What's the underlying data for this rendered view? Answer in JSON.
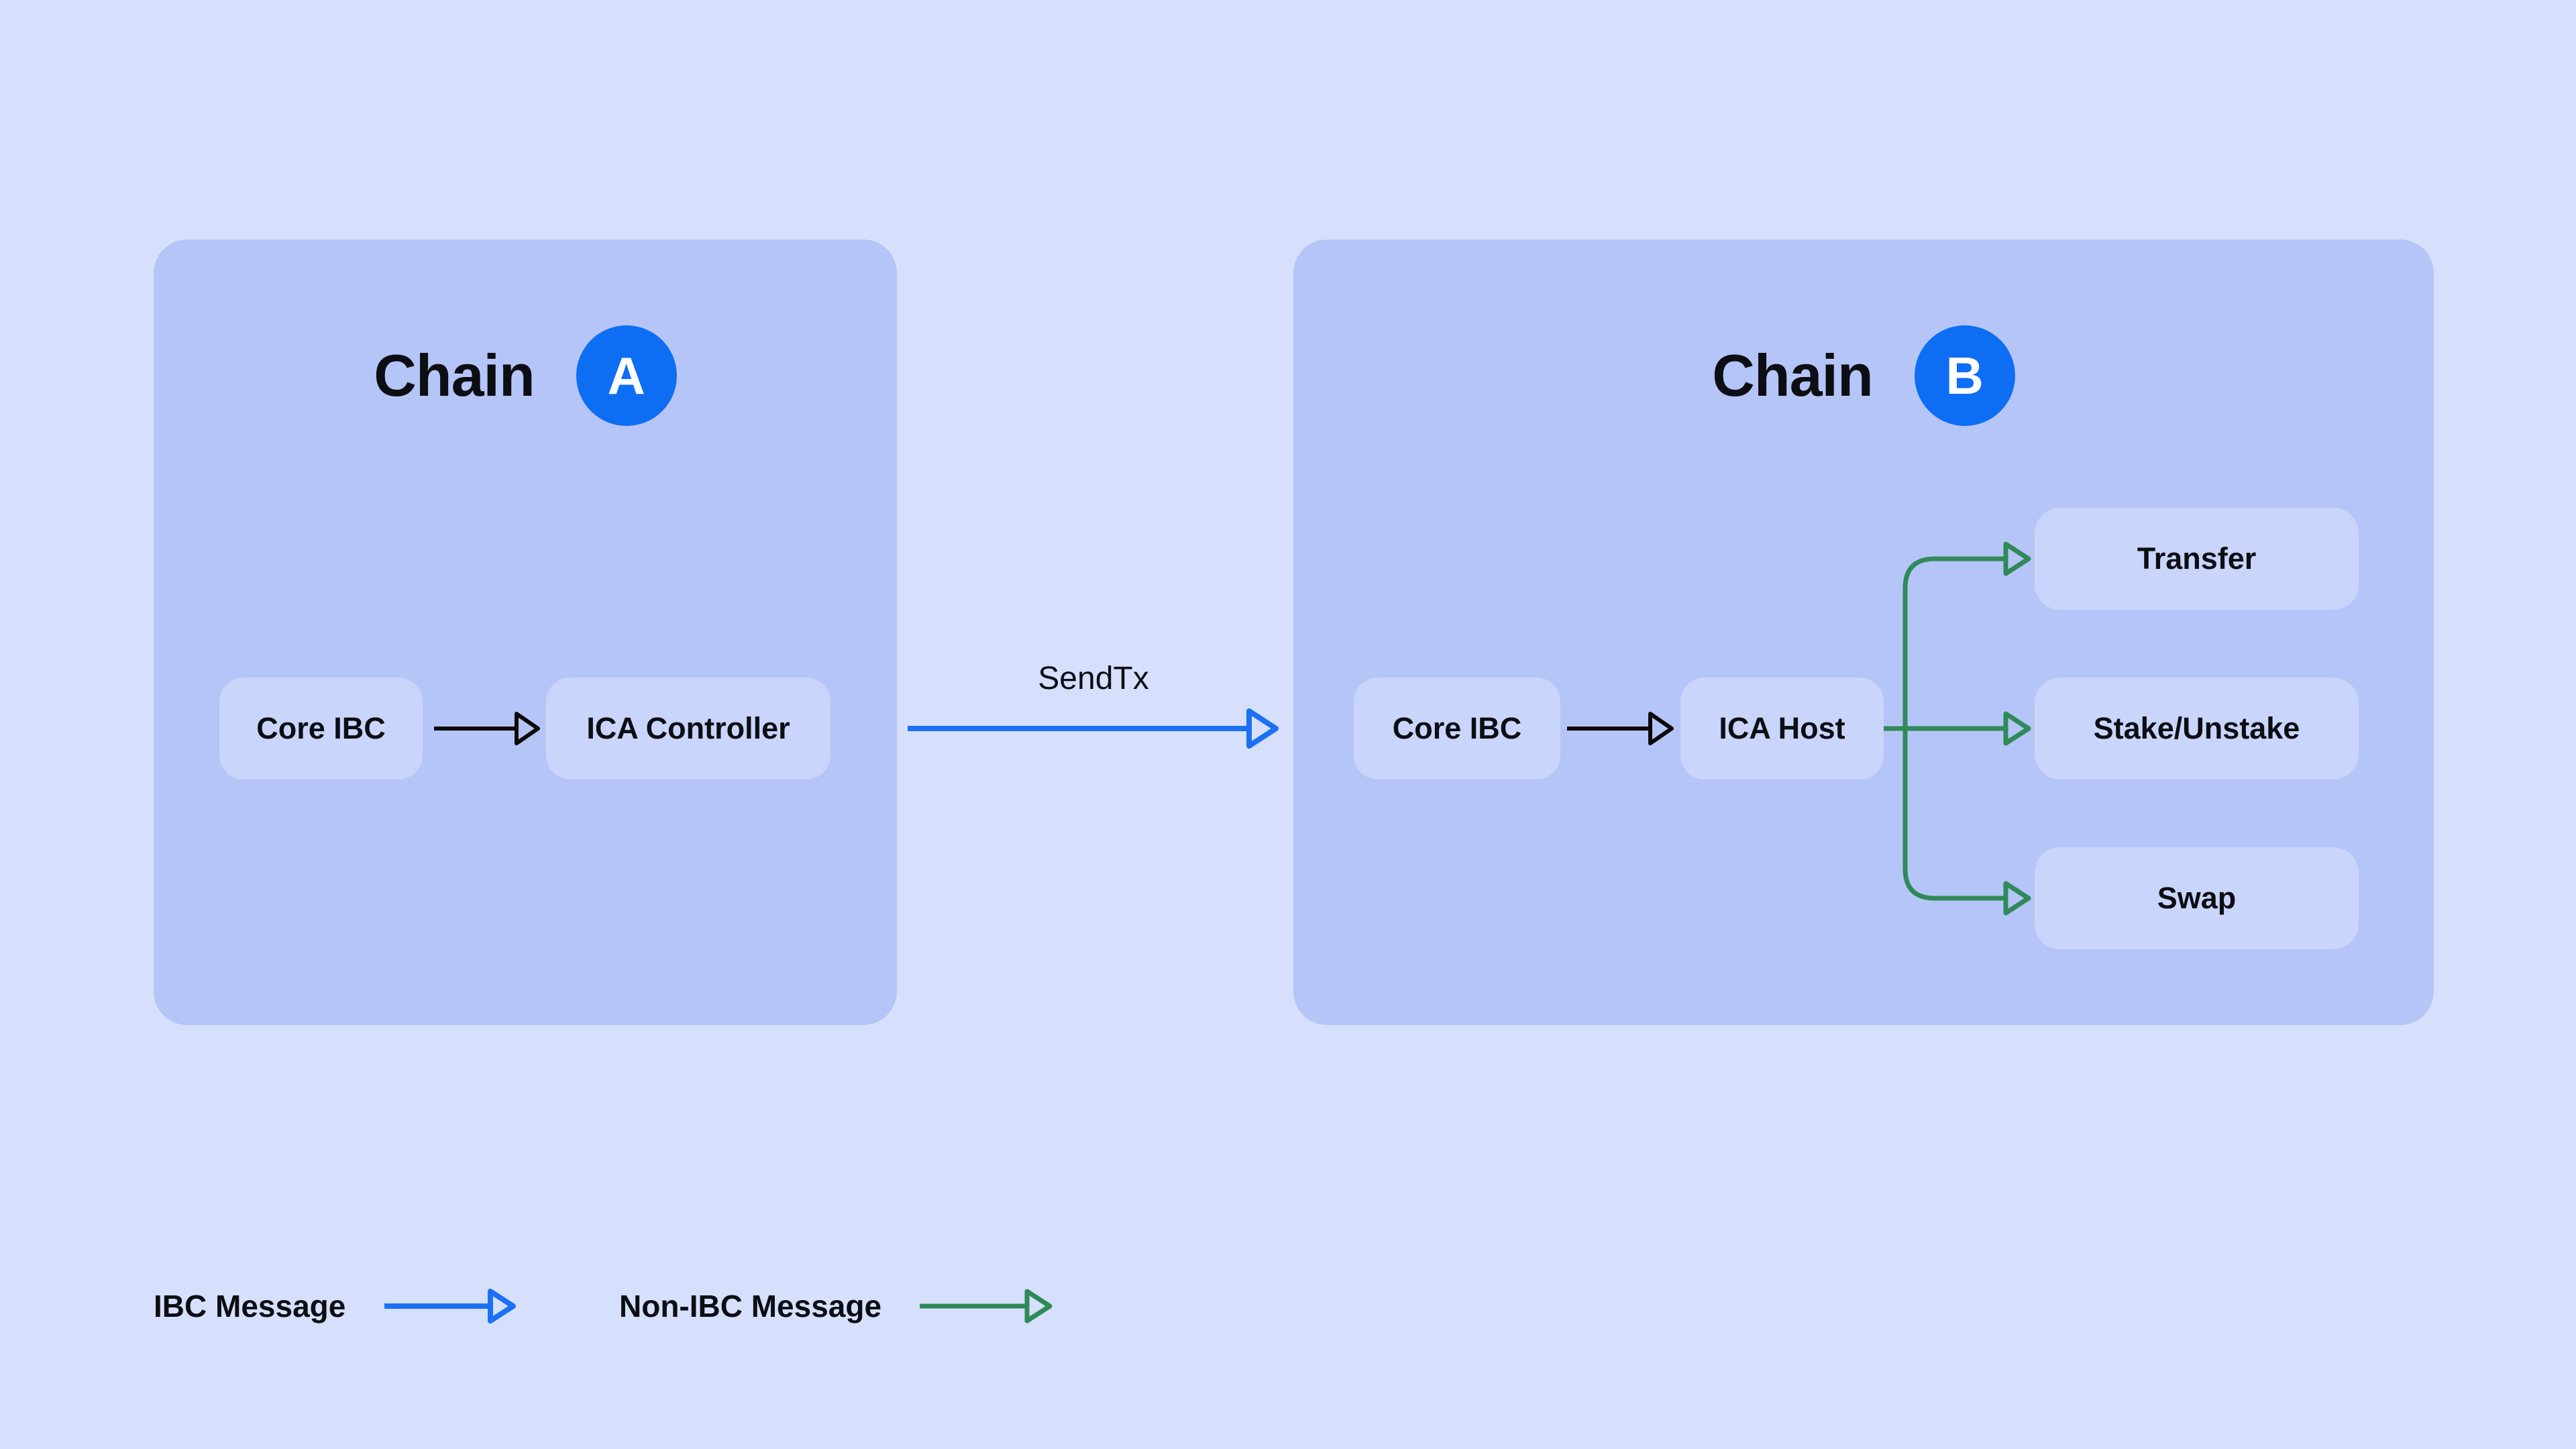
{
  "chain_a": {
    "title_label": "Chain",
    "badge_letter": "A",
    "nodes": {
      "core_ibc": "Core IBC",
      "ica_controller": "ICA Controller"
    }
  },
  "chain_b": {
    "title_label": "Chain",
    "badge_letter": "B",
    "nodes": {
      "core_ibc": "Core IBC",
      "ica_host": "ICA Host"
    },
    "actions": [
      "Transfer",
      "Stake/Unstake",
      "Swap"
    ]
  },
  "interchain": {
    "sendtx_label": "SendTx"
  },
  "legend": {
    "ibc_label": "IBC Message",
    "non_ibc_label": "Non-IBC Message"
  },
  "colors": {
    "background": "#d6e0fc",
    "panel": "#b6c5f8",
    "node": "#c9d5fb",
    "badge": "#0d6ef3",
    "badge-letter": "#ffffff",
    "ibc-arrow": "#1b70f4",
    "non-ibc-arrow": "#2f8a58",
    "plain-arrow": "#0a0a0a",
    "text": "#0c0e13"
  }
}
